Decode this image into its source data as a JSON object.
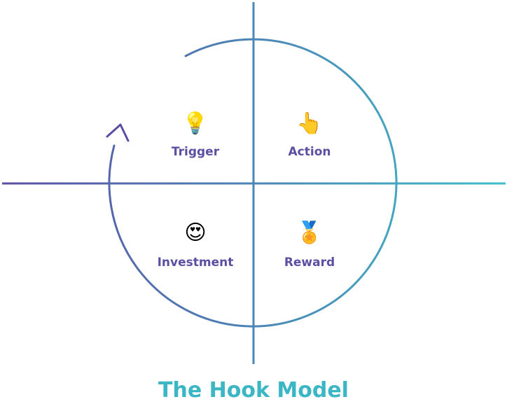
{
  "title": "The Hook Model",
  "stages": [
    {
      "label": "Trigger",
      "icon": "💡",
      "icon_name": "lightbulb-icon"
    },
    {
      "label": "Action",
      "icon": "👆",
      "icon_name": "pointing-finger-icon"
    },
    {
      "label": "Investment",
      "icon": "😍",
      "icon_name": "heart-eyes-face-icon"
    },
    {
      "label": "Reward",
      "icon": "🏅",
      "icon_name": "medal-icon"
    }
  ],
  "colors": {
    "label": "#5a4fa3",
    "title": "#3bb6c4",
    "gradient_start": "#5b4ea4",
    "gradient_end": "#3ebdc9"
  }
}
